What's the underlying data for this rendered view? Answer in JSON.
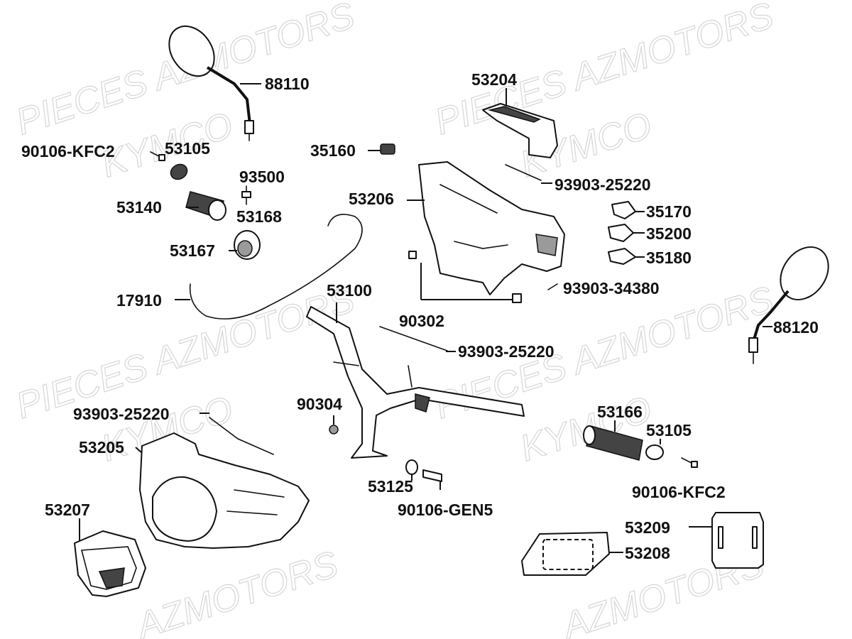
{
  "watermarks": [
    {
      "text": "PIECES AZMOTORS"
    },
    {
      "text": "KYMCO"
    },
    {
      "text": "PIECES AZMOTORS"
    },
    {
      "text": "KYMCO"
    },
    {
      "text": "PIECES AZMOTORS"
    },
    {
      "text": "KYMCO"
    },
    {
      "text": "PIECES AZMOTORS"
    },
    {
      "text": "KYMCO"
    },
    {
      "text": "AZMOTORS"
    },
    {
      "text": "AZMOTORS"
    }
  ],
  "labels": {
    "p88110": "88110",
    "p90106_kfc2_left": "90106-KFC2",
    "p53105_left": "53105",
    "p93500": "93500",
    "p53140": "53140",
    "p53168": "53168",
    "p53167": "53167",
    "p17910": "17910",
    "p53204": "53204",
    "p35160": "35160",
    "p53206": "53206",
    "p93903_25220_top": "93903-25220",
    "p35170": "35170",
    "p35200": "35200",
    "p35180": "35180",
    "p93903_34380": "93903-34380",
    "p90302": "90302",
    "p53100": "53100",
    "p93903_25220_mid": "93903-25220",
    "p88120": "88120",
    "p90304": "90304",
    "p93903_25220_left": "93903-25220",
    "p53205": "53205",
    "p53166": "53166",
    "p53105_right": "53105",
    "p90106_kfc2_right": "90106-KFC2",
    "p53125": "53125",
    "p90106_gen5": "90106-GEN5",
    "p53207": "53207",
    "p53209": "53209",
    "p53208": "53208"
  }
}
